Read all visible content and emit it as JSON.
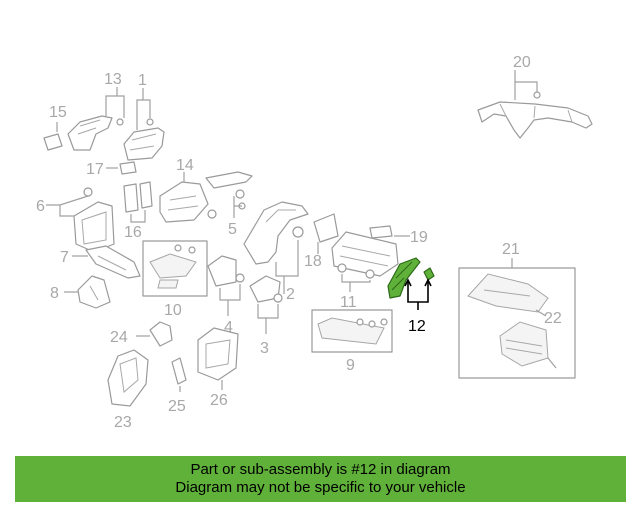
{
  "callouts": {
    "c1": "1",
    "c2": "2",
    "c3": "3",
    "c4": "4",
    "c5": "5",
    "c6": "6",
    "c7": "7",
    "c8": "8",
    "c9": "9",
    "c10": "10",
    "c11": "11",
    "c12": "12",
    "c13": "13",
    "c14": "14",
    "c15": "15",
    "c16": "16",
    "c17": "17",
    "c18": "18",
    "c19": "19",
    "c20": "20",
    "c21": "21",
    "c22": "22",
    "c23": "23",
    "c24": "24",
    "c25": "25",
    "c26": "26"
  },
  "highlight": {
    "part_number": "12",
    "color": "#5fb13a"
  },
  "banner": {
    "line1": "Part or sub-assembly is #12 in diagram",
    "line2": "Diagram may not be specific to your vehicle",
    "background": "#5fb13a"
  }
}
